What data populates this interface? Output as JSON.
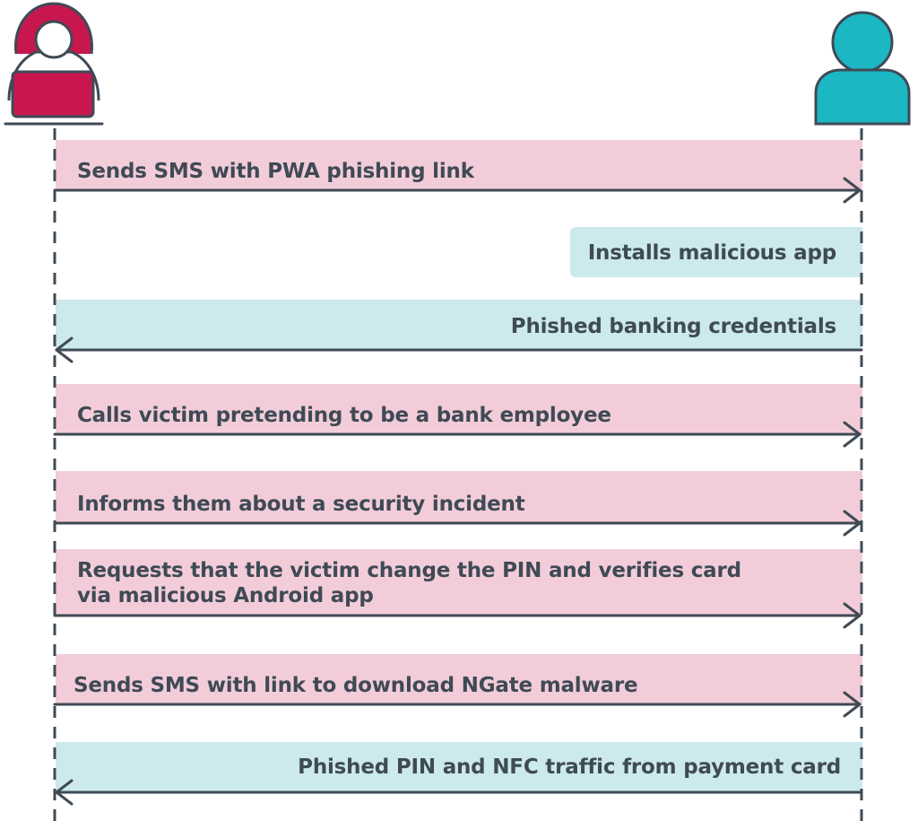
{
  "actors": {
    "attacker_icon": "hooded-hacker-icon",
    "victim_icon": "person-icon"
  },
  "colors": {
    "attacker": "#c8174f",
    "victim": "#1bb8c4",
    "pink_band": "#f2cdd9",
    "teal_band": "#cce9ec",
    "line": "#3f4a55"
  },
  "messages": [
    {
      "text": "Sends SMS with PWA phishing link",
      "from": "attacker",
      "to": "victim"
    },
    {
      "text": "Installs malicious app",
      "from": "victim",
      "to": "victim"
    },
    {
      "text": "Phished banking credentials",
      "from": "victim",
      "to": "attacker"
    },
    {
      "text": "Calls victim pretending to be a bank employee",
      "from": "attacker",
      "to": "victim"
    },
    {
      "text": "Informs them about a security incident",
      "from": "attacker",
      "to": "victim"
    },
    {
      "text_line1": "Requests that the victim change the PIN and verifies card",
      "text_line2": "via malicious Android app",
      "from": "attacker",
      "to": "victim"
    },
    {
      "text": "Sends SMS with link to download NGate malware",
      "from": "attacker",
      "to": "victim"
    },
    {
      "text": "Phished PIN and NFC traffic from payment card",
      "from": "victim",
      "to": "attacker"
    }
  ]
}
